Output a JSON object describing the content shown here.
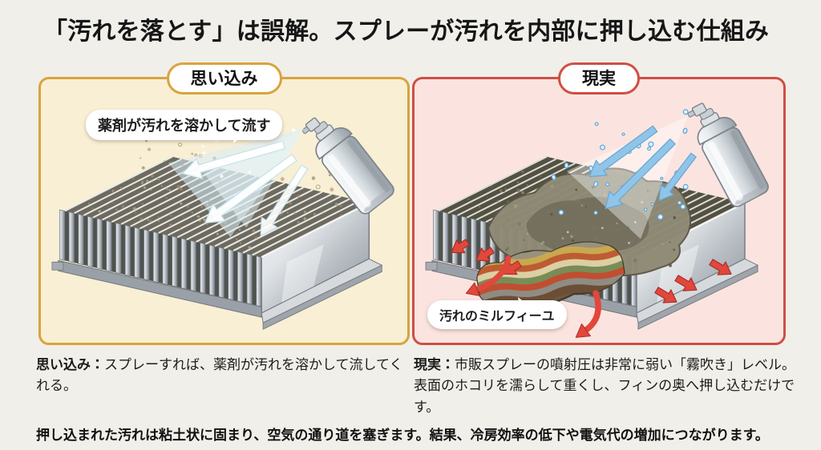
{
  "title": "「汚れを落とす」は誤解。スプレーが汚れを内部に押し込む仕組み",
  "panels": {
    "belief": {
      "badge": "思い込み",
      "bubble": "薬剤が汚れを溶かして流す",
      "accent": "#D9A33C",
      "bg": "#F8EFD5"
    },
    "reality": {
      "badge": "現実",
      "bubble": "汚れのミルフィーユ",
      "accent": "#CF4F44",
      "bg": "#FBE4DF"
    }
  },
  "captions": {
    "belief_label": "思い込み：",
    "belief_text": "スプレーすれば、薬剤が汚れを溶かして流してくれる。",
    "reality_label": "現実：",
    "reality_text": "市販スプレーの噴射圧は非常に弱い「霧吹き」レベル。表面のホコリを濡らして重くし、フィンの奥へ押し込むだけです。"
  },
  "footer": "押し込まれた汚れは粘土状に固まり、空気の通り道を塞ぎます。結果、冷房効率の低下や電気代の増加につながります。",
  "icons": {
    "spray_can": "spray-can-icon",
    "spray_arrows_belief": "white-spray-arrow-icon",
    "spray_arrows_reality": "blue-spray-arrow-icon",
    "push_arrows": "red-push-arrow-icon",
    "water_drops": "water-droplet-icon"
  },
  "illustration": {
    "spray_blue": "#8FC5E9",
    "spray_blue_dark": "#69A6D4",
    "warn_red": "#E2473C",
    "warn_red_dark": "#A93127",
    "metal_light": "#EEF1F3",
    "metal_dark": "#7E858C",
    "dirt_brown": "#8E8A75"
  }
}
